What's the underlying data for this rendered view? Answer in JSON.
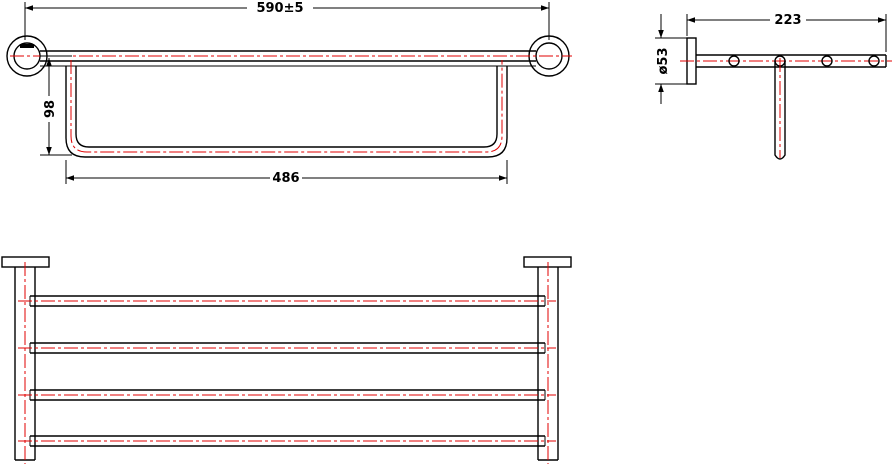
{
  "dimensions": {
    "overall_width": "590±5",
    "bar_length": "486",
    "drop_height": "98",
    "flange_diameter": "ø53",
    "projection": "223"
  },
  "colors": {
    "line": "#000000",
    "centerline": "#e00000",
    "background": "#ffffff"
  }
}
